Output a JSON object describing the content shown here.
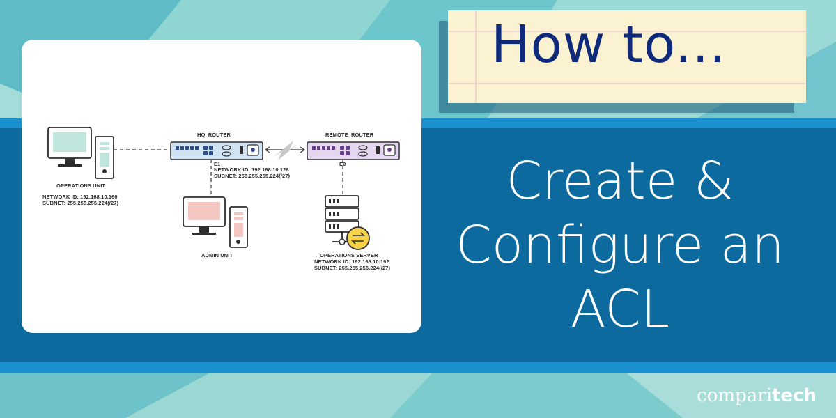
{
  "diagram": {
    "hq_router": {
      "label": "HQ_ROUTER",
      "interface": "E1",
      "network_id": "NETWORK ID: 192.168.10.128",
      "subnet": "SUBNET: 255.255.255.224(/27)"
    },
    "remote_router": {
      "label": "REMOTE_ROUTER",
      "interface": "E0"
    },
    "operations_unit": {
      "label": "OPERATIONS UNIT",
      "network_id": "NETWORK ID: 192.168.10.160",
      "subnet": "SUBNET: 255.255.255.224(/27)"
    },
    "admin_unit": {
      "label": "ADMIN UNIT"
    },
    "operations_server": {
      "label": "OPERATIONS SERVER",
      "network_id": "NETWORK ID: 192.168.10.192",
      "subnet": "SUBNET: 255.255.255.224(/27)"
    }
  },
  "note": {
    "text": "How to..."
  },
  "title": {
    "line1": "Create &",
    "line2": "Configure an",
    "line3": "ACL"
  },
  "brand": {
    "prefix": "compari",
    "suffix": "tech"
  },
  "colors": {
    "band_main": "#0c6a9e",
    "band_light": "#1a90cf",
    "note_paper": "#fbf2d2",
    "note_ink": "#0f2a7a",
    "hq_router": "#cfe3f3",
    "remote_router": "#e4d6ef",
    "ops_monitor": "#bfe5dd",
    "admin_monitor": "#f4c6c2"
  }
}
